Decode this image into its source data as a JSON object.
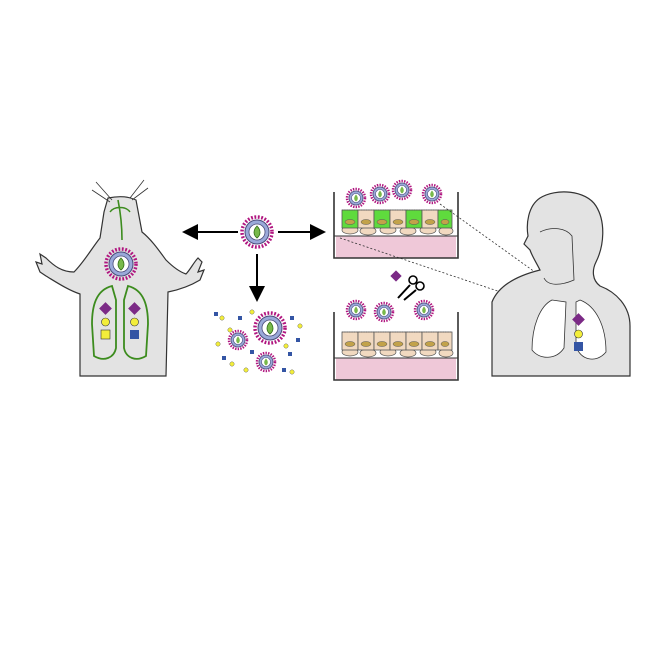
{
  "diagram": {
    "panels": [
      {
        "id": "ferret",
        "icon": "ferret-lung-icon"
      },
      {
        "id": "virus-center",
        "icon": "virus-icon"
      },
      {
        "id": "glycan-array",
        "icon": "virus-glycan-binding-icon"
      },
      {
        "id": "culture-infected",
        "icon": "airway-culture-infected-icon"
      },
      {
        "id": "culture-cleaved",
        "icon": "airway-culture-cleaved-icon"
      },
      {
        "id": "human",
        "icon": "human-respiratory-icon"
      }
    ],
    "colors": {
      "outline": "#333333",
      "body_fill": "#e3e3e3",
      "lung_green": "#3c8c1e",
      "virus_envelope": "#9aa9d9",
      "virus_spikes": "#b0157f",
      "virus_core": "#78b94a",
      "sialic_acid": "#7b2a86",
      "galactose": "#f3ee3a",
      "glcnac": "#3455a4",
      "infected_cell": "#5fdb3d",
      "healthy_cell": "#f1d9c0",
      "media": "#efc8d8"
    }
  }
}
